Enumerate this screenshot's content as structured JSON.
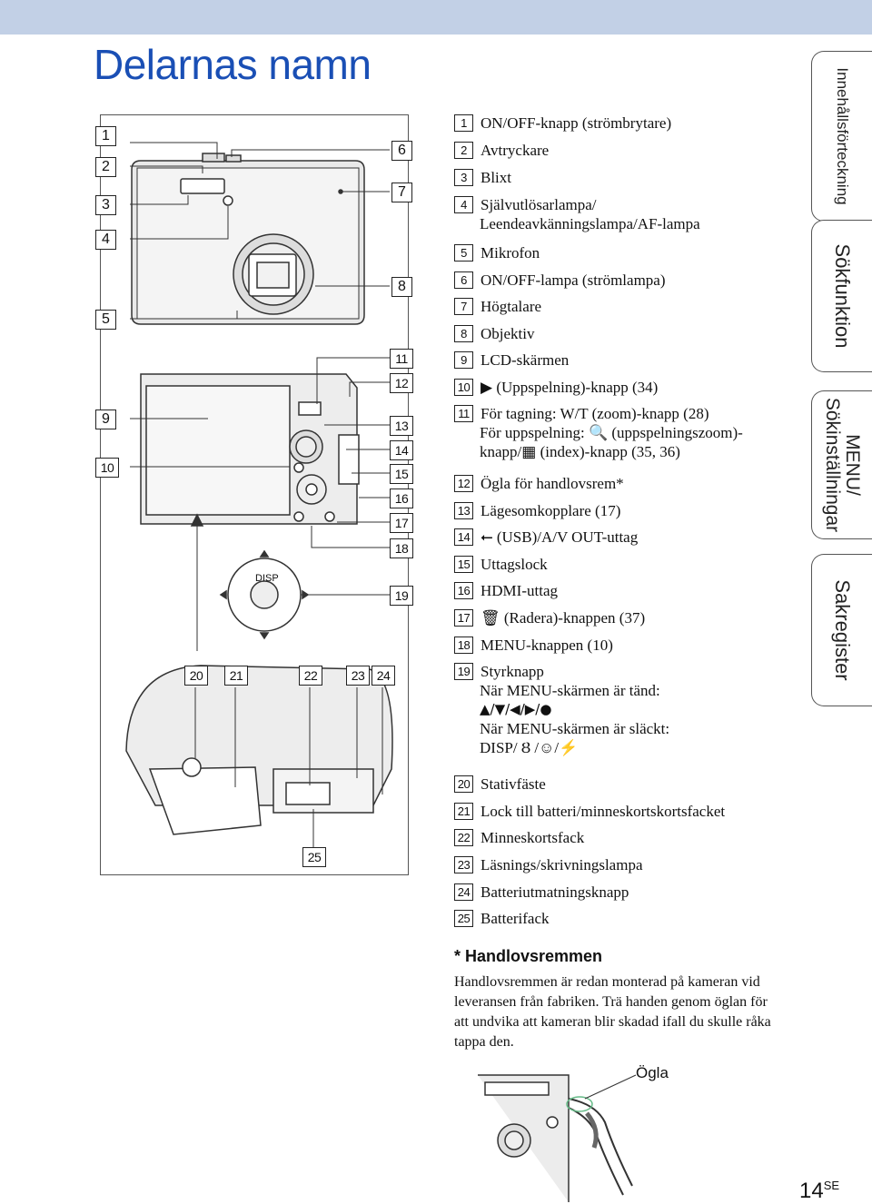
{
  "page": {
    "title": "Delarnas namn",
    "number": "14",
    "number_suffix": "SE"
  },
  "tabs": [
    {
      "label": "Innehållsförteckning"
    },
    {
      "label": "Sökfunktion"
    },
    {
      "label": "MENU/\nSökinställningar"
    },
    {
      "label": "Sakregister"
    }
  ],
  "figure_numbers": [
    "1",
    "2",
    "3",
    "4",
    "5",
    "6",
    "7",
    "8",
    "9",
    "10",
    "11",
    "12",
    "13",
    "14",
    "15",
    "16",
    "17",
    "18",
    "19",
    "20",
    "21",
    "22",
    "23",
    "24",
    "25"
  ],
  "control_pad": {
    "disp_label": "DISP"
  },
  "items": [
    {
      "num": "1",
      "lines": [
        "ON/OFF-knapp (strömbrytare)"
      ]
    },
    {
      "num": "2",
      "lines": [
        "Avtryckare"
      ]
    },
    {
      "num": "3",
      "lines": [
        "Blixt"
      ]
    },
    {
      "num": "4",
      "lines": [
        "Självutlösarlampa/",
        "Leendeavkänningslampa/AF-lampa"
      ]
    },
    {
      "num": "5",
      "lines": [
        "Mikrofon"
      ]
    },
    {
      "num": "6",
      "lines": [
        "ON/OFF-lampa (strömlampa)"
      ]
    },
    {
      "num": "7",
      "lines": [
        "Högtalare"
      ]
    },
    {
      "num": "8",
      "lines": [
        "Objektiv"
      ]
    },
    {
      "num": "9",
      "lines": [
        "LCD-skärmen"
      ]
    },
    {
      "num": "10",
      "lines": [
        "▶  (Uppspelning)-knapp (34)"
      ]
    },
    {
      "num": "11",
      "lines": [
        "För tagning: W/T (zoom)-knapp (28)",
        "För uppspelning: 🔍 (uppspelningszoom)-",
        "knapp/▦ (index)-knapp (35, 36)"
      ]
    },
    {
      "num": "12",
      "lines": [
        "Ögla för handlovsrem*"
      ]
    },
    {
      "num": "13",
      "lines": [
        "Lägesomkopplare (17)"
      ]
    },
    {
      "num": "14",
      "lines": [
        "⭠  (USB)/A/V OUT-uttag"
      ]
    },
    {
      "num": "15",
      "lines": [
        "Uttagslock"
      ]
    },
    {
      "num": "16",
      "lines": [
        "HDMI-uttag"
      ]
    },
    {
      "num": "17",
      "lines": [
        "🗑 (Radera)-knappen (37)"
      ]
    },
    {
      "num": "18",
      "lines": [
        "MENU-knappen (10)"
      ]
    },
    {
      "num": "19",
      "lines": [
        "Styrknapp",
        "När MENU-skärmen är tänd:",
        "▲/▼/◀/▶/●",
        "När MENU-skärmen är släckt:",
        "DISP/ Ȣ /☺/⚡"
      ]
    },
    {
      "num": "20",
      "lines": [
        "Stativfäste"
      ]
    },
    {
      "num": "21",
      "lines": [
        "Lock till batteri/minneskortskortsfacket"
      ]
    },
    {
      "num": "22",
      "lines": [
        "Minneskortsfack"
      ]
    },
    {
      "num": "23",
      "lines": [
        "Läsnings/skrivningslampa"
      ]
    },
    {
      "num": "24",
      "lines": [
        "Batteriutmatningsknapp"
      ]
    },
    {
      "num": "25",
      "lines": [
        "Batterifack"
      ]
    }
  ],
  "note": {
    "heading": "* Handlovsremmen",
    "body": "Handlovsremmen är redan monterad på kameran vid leveransen från fabriken. Trä handen genom öglan för att undvika att kameran blir skadad ifall du skulle råka tappa den."
  },
  "strap_figure": {
    "label": "Ögla"
  }
}
